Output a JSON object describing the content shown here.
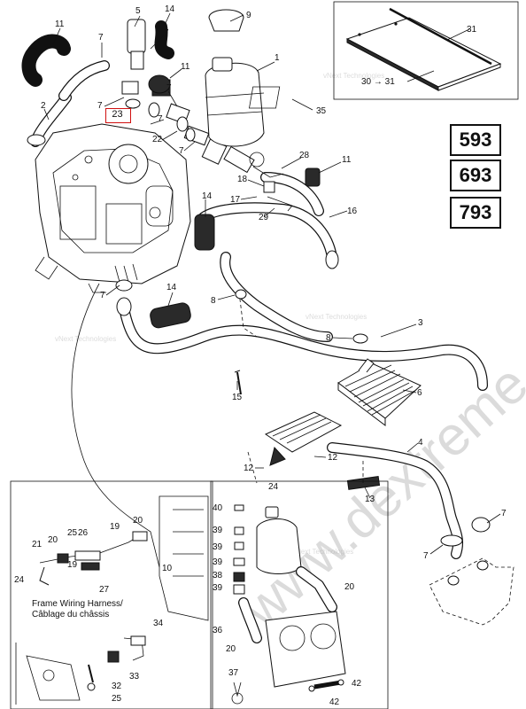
{
  "models": [
    "593",
    "693",
    "793"
  ],
  "highlighted_callout": "23",
  "inset_caption": {
    "line1": "Frame Wiring Harness/",
    "line2": "Câblage du châssis"
  },
  "watermark": {
    "brand": "vNext Technologies",
    "big_text": "www.dextreme.net"
  },
  "top_box_callouts": [
    "31",
    "30 → 31"
  ],
  "callouts": [
    {
      "name": "c11a",
      "text": "11"
    },
    {
      "name": "c5",
      "text": "5"
    },
    {
      "name": "c14a",
      "text": "14"
    },
    {
      "name": "c9",
      "text": "9"
    },
    {
      "name": "c7a",
      "text": "7"
    },
    {
      "name": "c7b",
      "text": "7"
    },
    {
      "name": "c11b",
      "text": "11"
    },
    {
      "name": "c1",
      "text": "1"
    },
    {
      "name": "c2",
      "text": "2"
    },
    {
      "name": "c7c",
      "text": "7"
    },
    {
      "name": "c22",
      "text": "22"
    },
    {
      "name": "c7d",
      "text": "7"
    },
    {
      "name": "c7e",
      "text": "7"
    },
    {
      "name": "c7f",
      "text": "7"
    },
    {
      "name": "c35",
      "text": "35"
    },
    {
      "name": "c28",
      "text": "28"
    },
    {
      "name": "c11c",
      "text": "11"
    },
    {
      "name": "c18",
      "text": "18"
    },
    {
      "name": "c17",
      "text": "17"
    },
    {
      "name": "c16",
      "text": "16"
    },
    {
      "name": "c29",
      "text": "29"
    },
    {
      "name": "c14b",
      "text": "14"
    },
    {
      "name": "c7g",
      "text": "7"
    },
    {
      "name": "c14c",
      "text": "14"
    },
    {
      "name": "c8a",
      "text": "8"
    },
    {
      "name": "c3",
      "text": "3"
    },
    {
      "name": "c8b",
      "text": "8"
    },
    {
      "name": "c6",
      "text": "6"
    },
    {
      "name": "c15",
      "text": "15"
    },
    {
      "name": "c4",
      "text": "4"
    },
    {
      "name": "c12a",
      "text": "12"
    },
    {
      "name": "c12b",
      "text": "12"
    },
    {
      "name": "c13",
      "text": "13"
    },
    {
      "name": "c7h",
      "text": "7"
    },
    {
      "name": "c7i",
      "text": "7"
    },
    {
      "name": "c24a",
      "text": "24"
    },
    {
      "name": "c40",
      "text": "40"
    },
    {
      "name": "c39a",
      "text": "39"
    },
    {
      "name": "c39b",
      "text": "39"
    },
    {
      "name": "c39c",
      "text": "39"
    },
    {
      "name": "c38",
      "text": "38"
    },
    {
      "name": "c39d",
      "text": "39"
    },
    {
      "name": "c36",
      "text": "36"
    },
    {
      "name": "c20a",
      "text": "20"
    },
    {
      "name": "c20b",
      "text": "20"
    },
    {
      "name": "c37",
      "text": "37"
    },
    {
      "name": "c42a",
      "text": "42"
    },
    {
      "name": "c42b",
      "text": "42"
    },
    {
      "name": "c20c",
      "text": "20"
    },
    {
      "name": "c19",
      "text": "19"
    },
    {
      "name": "c25",
      "text": "25"
    },
    {
      "name": "c26",
      "text": "26"
    },
    {
      "name": "c21",
      "text": "21"
    },
    {
      "name": "c20d",
      "text": "20"
    },
    {
      "name": "c24b",
      "text": "24"
    },
    {
      "name": "c19b",
      "text": "19"
    },
    {
      "name": "c27",
      "text": "27"
    },
    {
      "name": "c10",
      "text": "10"
    },
    {
      "name": "c34",
      "text": "34"
    },
    {
      "name": "c33",
      "text": "33"
    },
    {
      "name": "c32",
      "text": "32"
    },
    {
      "name": "c25b",
      "text": "25"
    }
  ]
}
